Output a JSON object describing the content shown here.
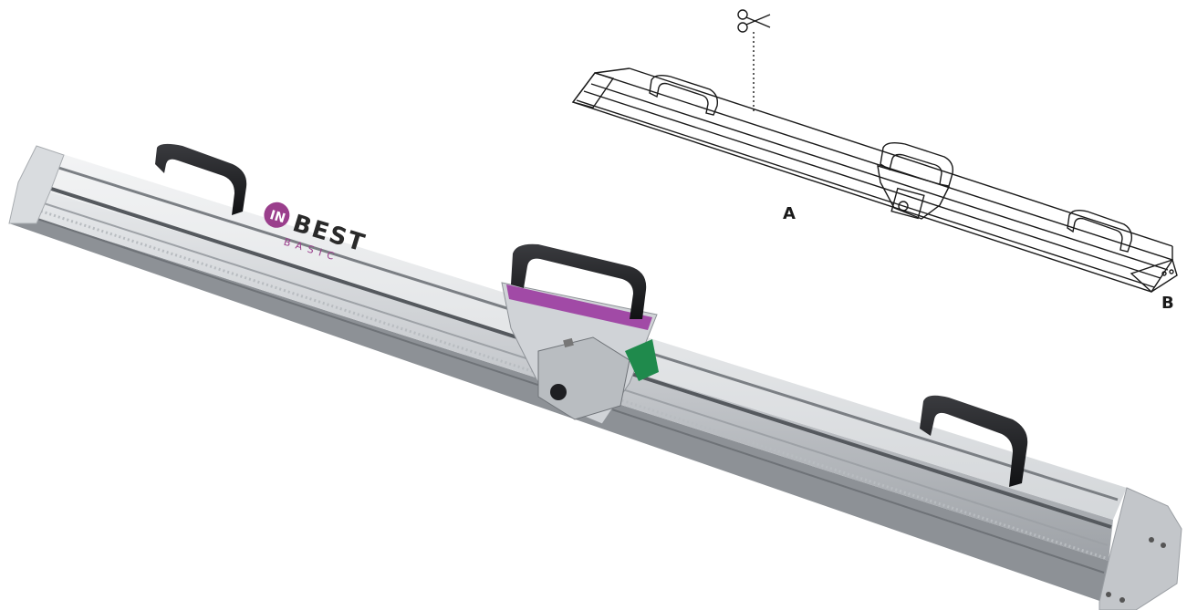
{
  "logo": {
    "brand": "BEST",
    "sub": "BASIC"
  },
  "diagram": {
    "label_a": "A",
    "label_b": "B",
    "scissors_icon": "scissors-icon"
  },
  "colors": {
    "aluminium": "#c9ccd0",
    "handle": "#1e1f22",
    "logo_purple": "#9a3f8c",
    "pad_purple": "#a14aa6",
    "blade_green": "#1f8a4c",
    "line_art": "#1a1a1a"
  }
}
